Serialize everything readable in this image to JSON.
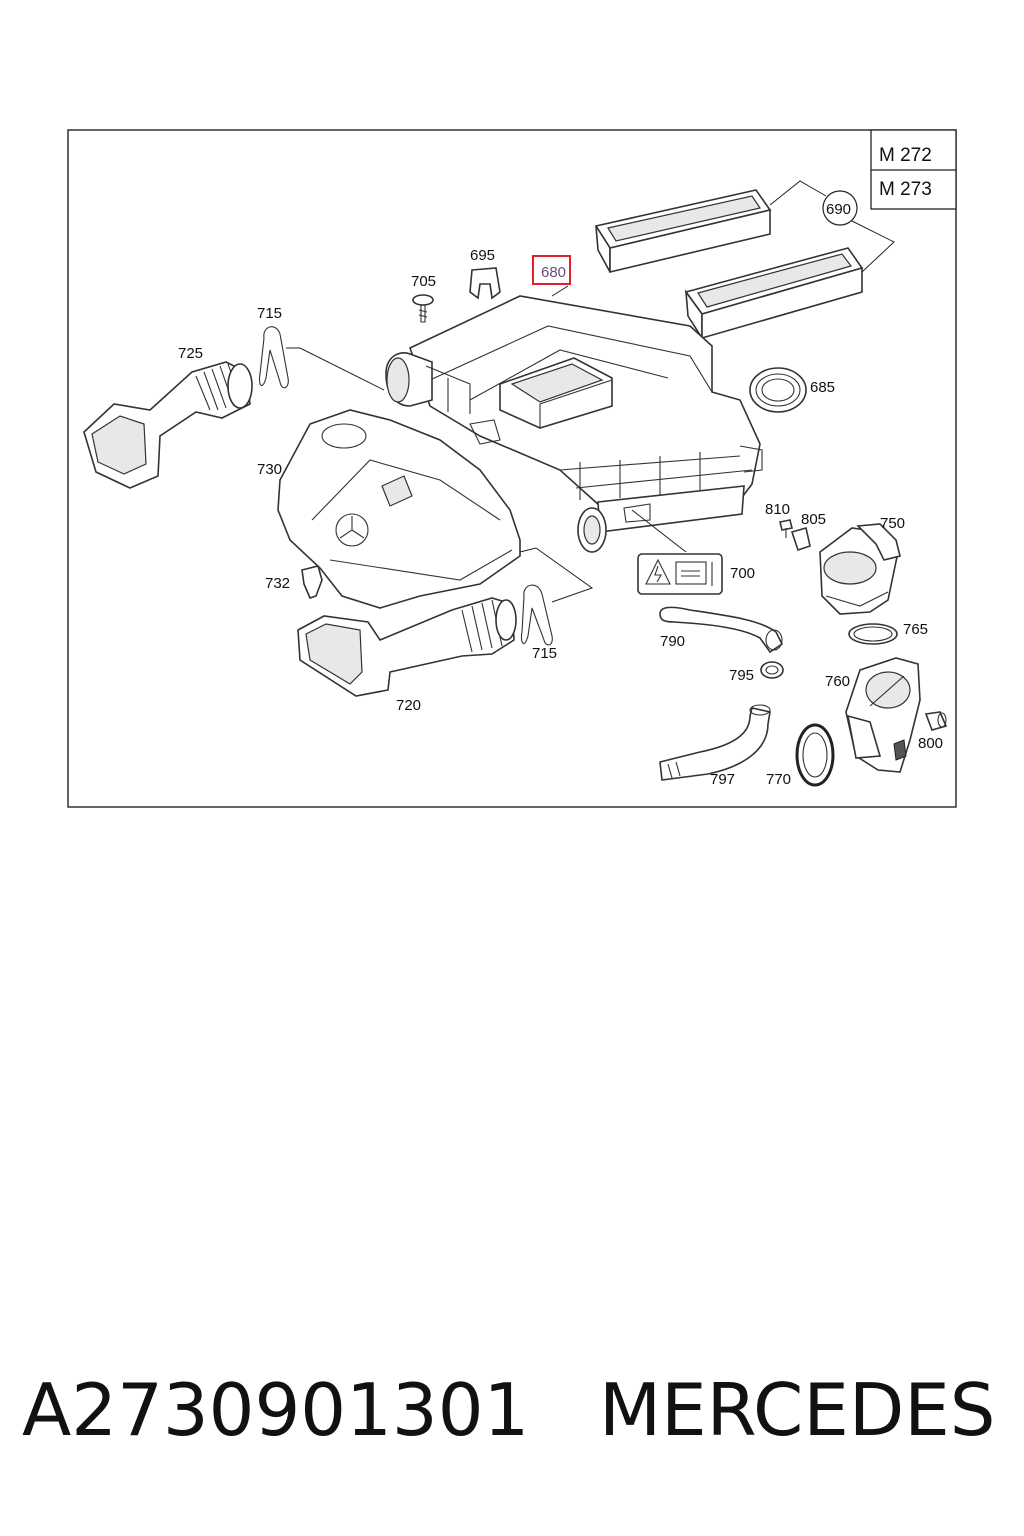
{
  "engine_variants": [
    "M 272",
    "M 273"
  ],
  "callouts": {
    "c680": "680",
    "c685": "685",
    "c690": "690",
    "c695": "695",
    "c700": "700",
    "c705": "705",
    "c715a": "715",
    "c715b": "715",
    "c720": "720",
    "c725": "725",
    "c730": "730",
    "c732": "732",
    "c750": "750",
    "c760": "760",
    "c765": "765",
    "c770": "770",
    "c790": "790",
    "c795": "795",
    "c797": "797",
    "c800": "800",
    "c805": "805",
    "c810": "810"
  },
  "highlighted_part": "680",
  "colors": {
    "highlight_border": "#e0202a",
    "line": "#333333"
  },
  "caption": {
    "part_number": "A2730901301",
    "brand": "MERCEDES"
  }
}
